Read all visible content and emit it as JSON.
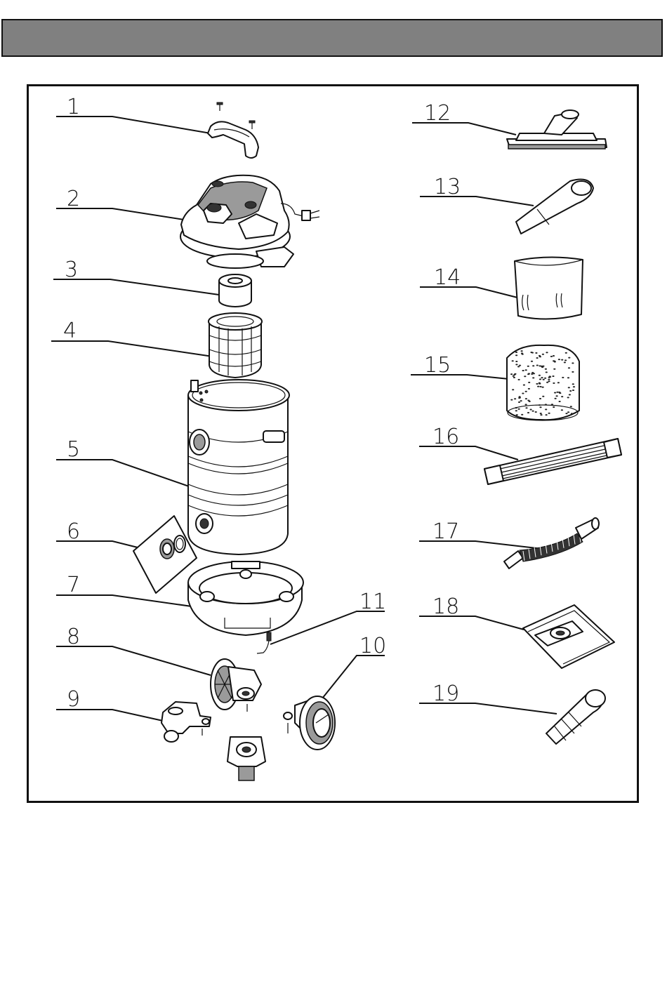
{
  "header": {
    "title": ""
  },
  "callouts": [
    {
      "id": "1",
      "label": "1"
    },
    {
      "id": "2",
      "label": "2"
    },
    {
      "id": "3",
      "label": "3"
    },
    {
      "id": "4",
      "label": "4"
    },
    {
      "id": "5",
      "label": "5"
    },
    {
      "id": "6",
      "label": "6"
    },
    {
      "id": "7",
      "label": "7"
    },
    {
      "id": "8",
      "label": "8"
    },
    {
      "id": "9",
      "label": "9"
    },
    {
      "id": "10",
      "label": "10"
    },
    {
      "id": "11",
      "label": "11"
    },
    {
      "id": "12",
      "label": "12"
    },
    {
      "id": "13",
      "label": "13"
    },
    {
      "id": "14",
      "label": "14"
    },
    {
      "id": "15",
      "label": "15"
    },
    {
      "id": "16",
      "label": "16"
    },
    {
      "id": "17",
      "label": "17"
    },
    {
      "id": "18",
      "label": "18"
    },
    {
      "id": "19",
      "label": "19"
    }
  ],
  "colors": {
    "header_fill": "#808080",
    "line": "#111111",
    "shade": "#9a9a9a"
  }
}
